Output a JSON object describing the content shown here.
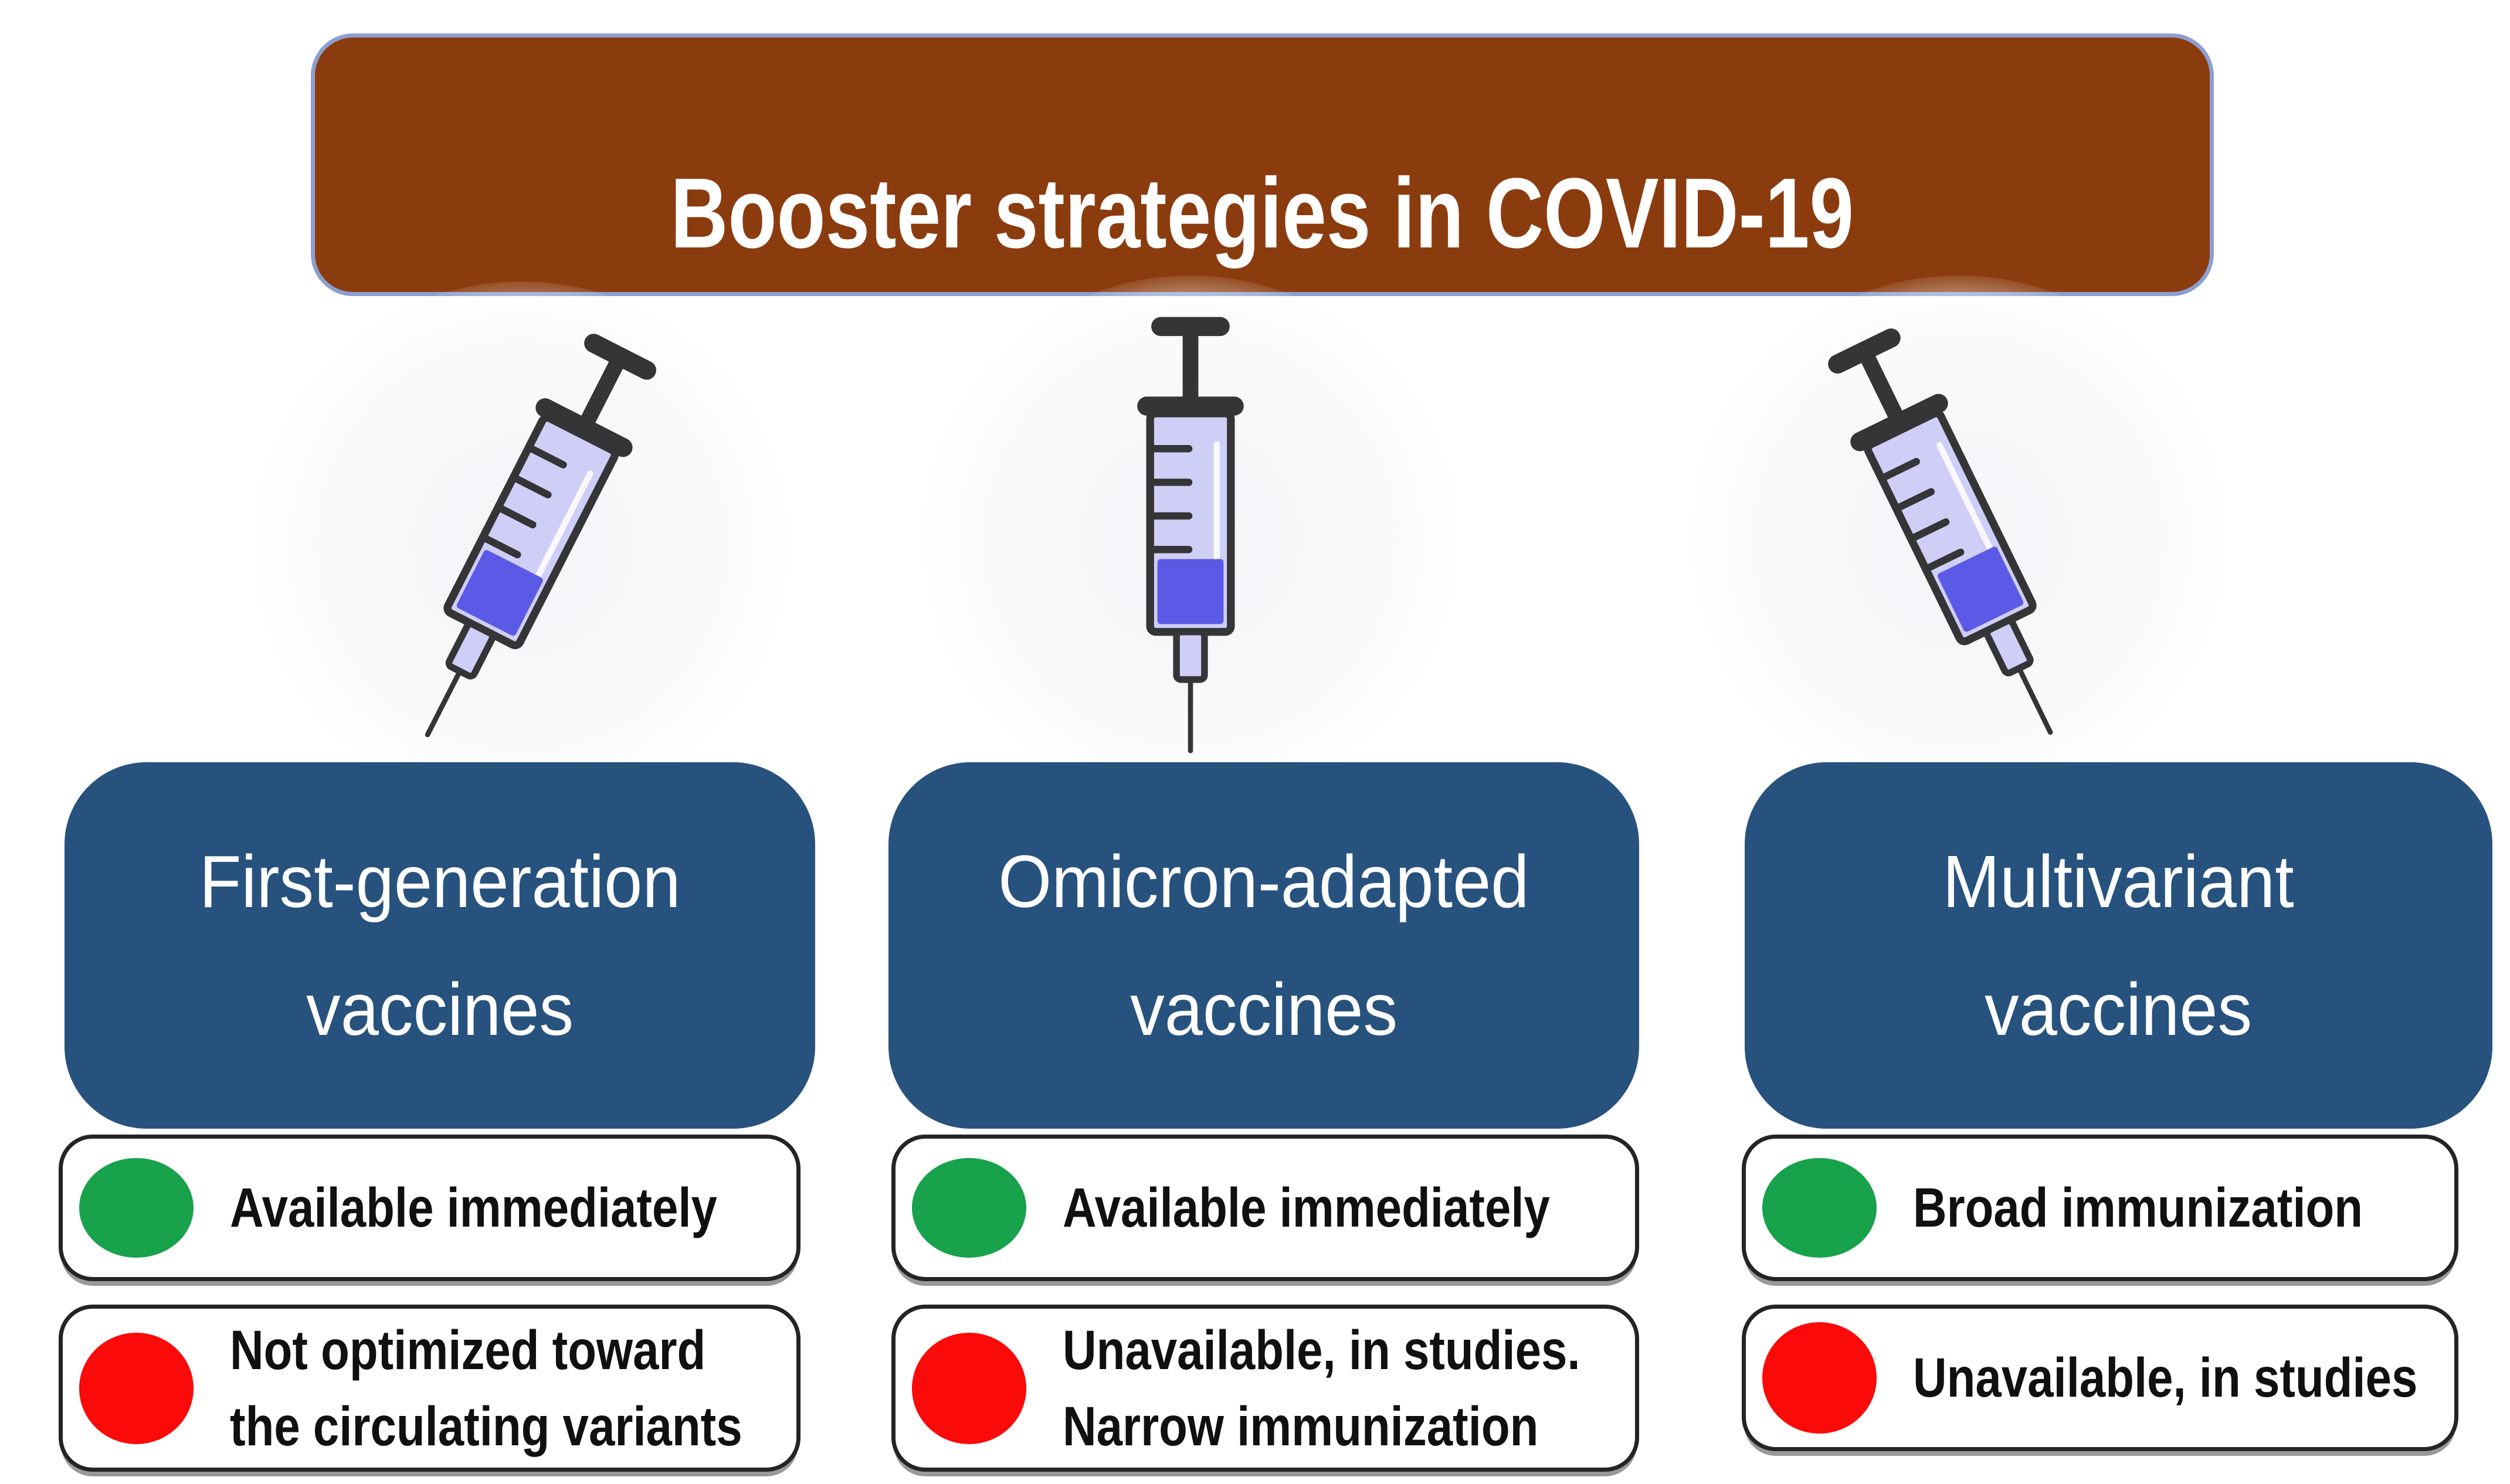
{
  "title": "Booster strategies in COVID-19",
  "colors": {
    "banner": "#8B3C0E",
    "panel": "#27527E",
    "green": "#17A24B",
    "red": "#FB0A0A",
    "syringe_barrel": "#CFCEF6",
    "syringe_liquid": "#5A5AE6",
    "syringe_outline": "#353538"
  },
  "icons": [
    "syringe-icon",
    "green-dot-icon",
    "red-dot-icon"
  ],
  "columns": [
    {
      "title_lines": [
        "First-generation",
        "vaccines"
      ],
      "statuses": [
        {
          "kind": "green",
          "lines": [
            "Available immediately"
          ]
        },
        {
          "kind": "red",
          "lines": [
            "Not optimized toward",
            "the circulating variants"
          ]
        }
      ]
    },
    {
      "title_lines": [
        "Omicron-adapted",
        "vaccines"
      ],
      "statuses": [
        {
          "kind": "green",
          "lines": [
            "Available immediately"
          ]
        },
        {
          "kind": "red",
          "lines": [
            "Unavailable, in studies.",
            "Narrow immunization"
          ]
        }
      ]
    },
    {
      "title_lines": [
        "Multivariant",
        "vaccines"
      ],
      "statuses": [
        {
          "kind": "green",
          "lines": [
            "Broad immunization"
          ]
        },
        {
          "kind": "red",
          "lines": [
            "Unavailable, in studies"
          ]
        }
      ]
    }
  ]
}
